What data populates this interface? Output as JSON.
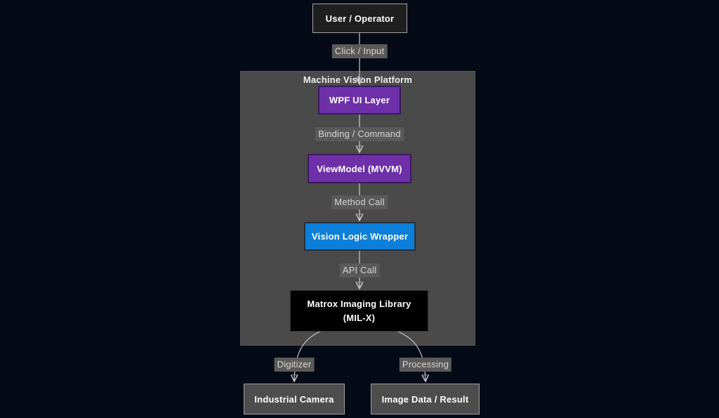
{
  "diagram": {
    "cluster": {
      "title": "Machine Vision Platform"
    },
    "nodes": {
      "user": {
        "label": "User / Operator"
      },
      "wpf": {
        "label": "WPF UI Layer"
      },
      "viewmodel": {
        "label": "ViewModel (MVVM)"
      },
      "vision": {
        "label": "Vision Logic Wrapper"
      },
      "mil": {
        "line1": "Matrox Imaging Library",
        "line2": "(MIL-X)"
      },
      "camera": {
        "label": "Industrial Camera"
      },
      "result": {
        "label": "Image Data / Result"
      }
    },
    "edges": {
      "click_input": {
        "label": "Click / Input"
      },
      "binding_command": {
        "label": "Binding / Command"
      },
      "method_call": {
        "label": "Method Call"
      },
      "api_call": {
        "label": "API Call"
      },
      "digitizer": {
        "label": "Digitizer"
      },
      "processing": {
        "label": "Processing"
      }
    },
    "colors": {
      "background": "#040a16",
      "cluster-fill": "#4a4a4a",
      "node-dark-fill": "#1f1f1f",
      "node-dark-stroke": "#a3a3a3",
      "purple-fill": "#6e30a8",
      "purple-stroke": "#3a1a5e",
      "blue-fill": "#0e7fd9",
      "blue-stroke": "#26303c",
      "black-fill": "#000000",
      "black-stroke": "#333333",
      "gray-fill": "#4d4d4d",
      "gray-stroke": "#9e9e9e",
      "edge-line": "#c9c9c9",
      "label-bg": "#5a5a5a",
      "label-text": "#d6d6d6",
      "node-text": "#ffffff"
    }
  }
}
